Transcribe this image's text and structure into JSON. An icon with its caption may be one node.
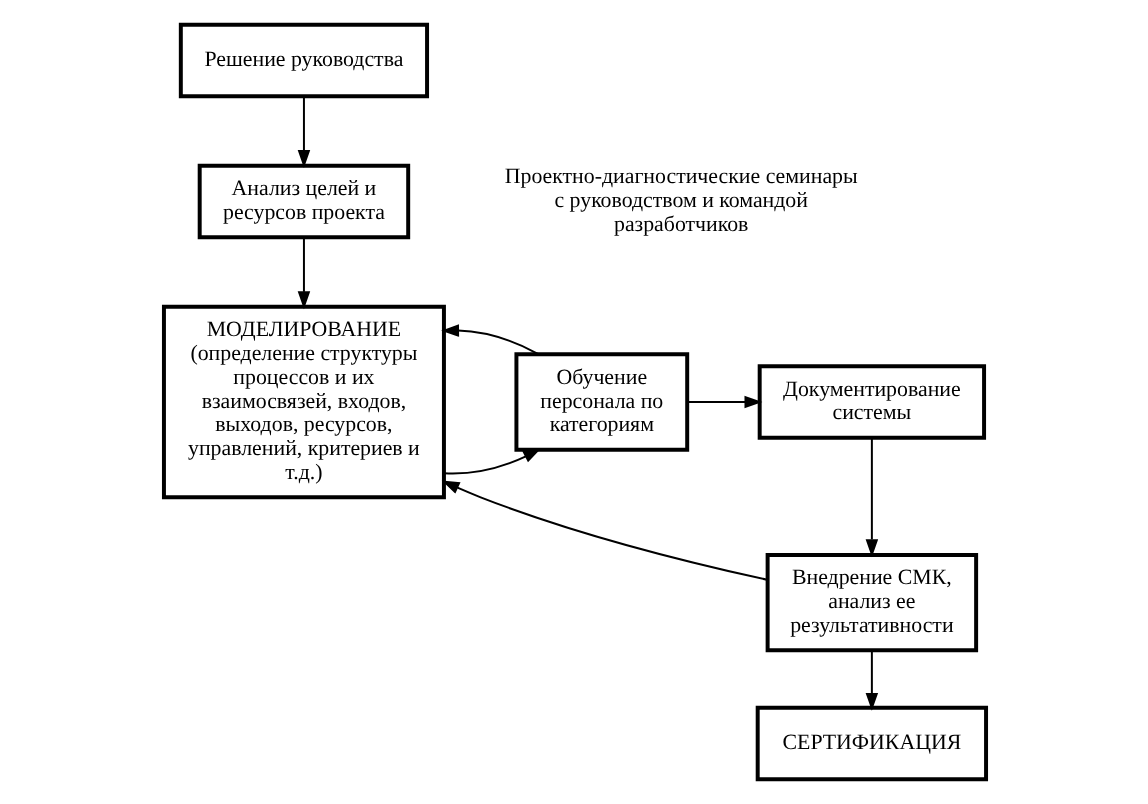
{
  "diagram": {
    "nodes": [
      {
        "text": [
          "Решение руководства"
        ]
      },
      {
        "text": [
          "Анализ целей и ресурсов проекта"
        ]
      },
      {
        "text": [
          "МОДЕЛИРОВАНИЕ",
          "(определение структуры процессов и их взаимосвязей, входов, выходов, ресурсов, управлений, критериев и т.д.)"
        ]
      },
      {
        "text": [
          "Обучение персонала по категориям"
        ]
      },
      {
        "text": [
          "Документирование системы"
        ]
      },
      {
        "text": [
          "Внедрение СМК, анализ ее результативности"
        ]
      },
      {
        "text": [
          "СЕРТИФИКАЦИЯ"
        ]
      }
    ],
    "edges": [
      {
        "from": 0,
        "to": 1,
        "arrow": "to"
      },
      {
        "from": 1,
        "to": 2,
        "arrow": "to"
      },
      {
        "from": 2,
        "to": 3,
        "arrow": "to"
      },
      {
        "from": 3,
        "to": 4,
        "arrow": "to"
      },
      {
        "from": 4,
        "to": 5,
        "arrow": "to"
      },
      {
        "from": 5,
        "to": 6,
        "arrow": "to"
      },
      {
        "from": 3,
        "to": 2,
        "arrow": "to"
      },
      {
        "from": 5,
        "to": 2,
        "arrow": "to"
      }
    ],
    "labels": [
      "Проектно-диагностические семинары с руководством и командой разработчиков"
    ]
  }
}
